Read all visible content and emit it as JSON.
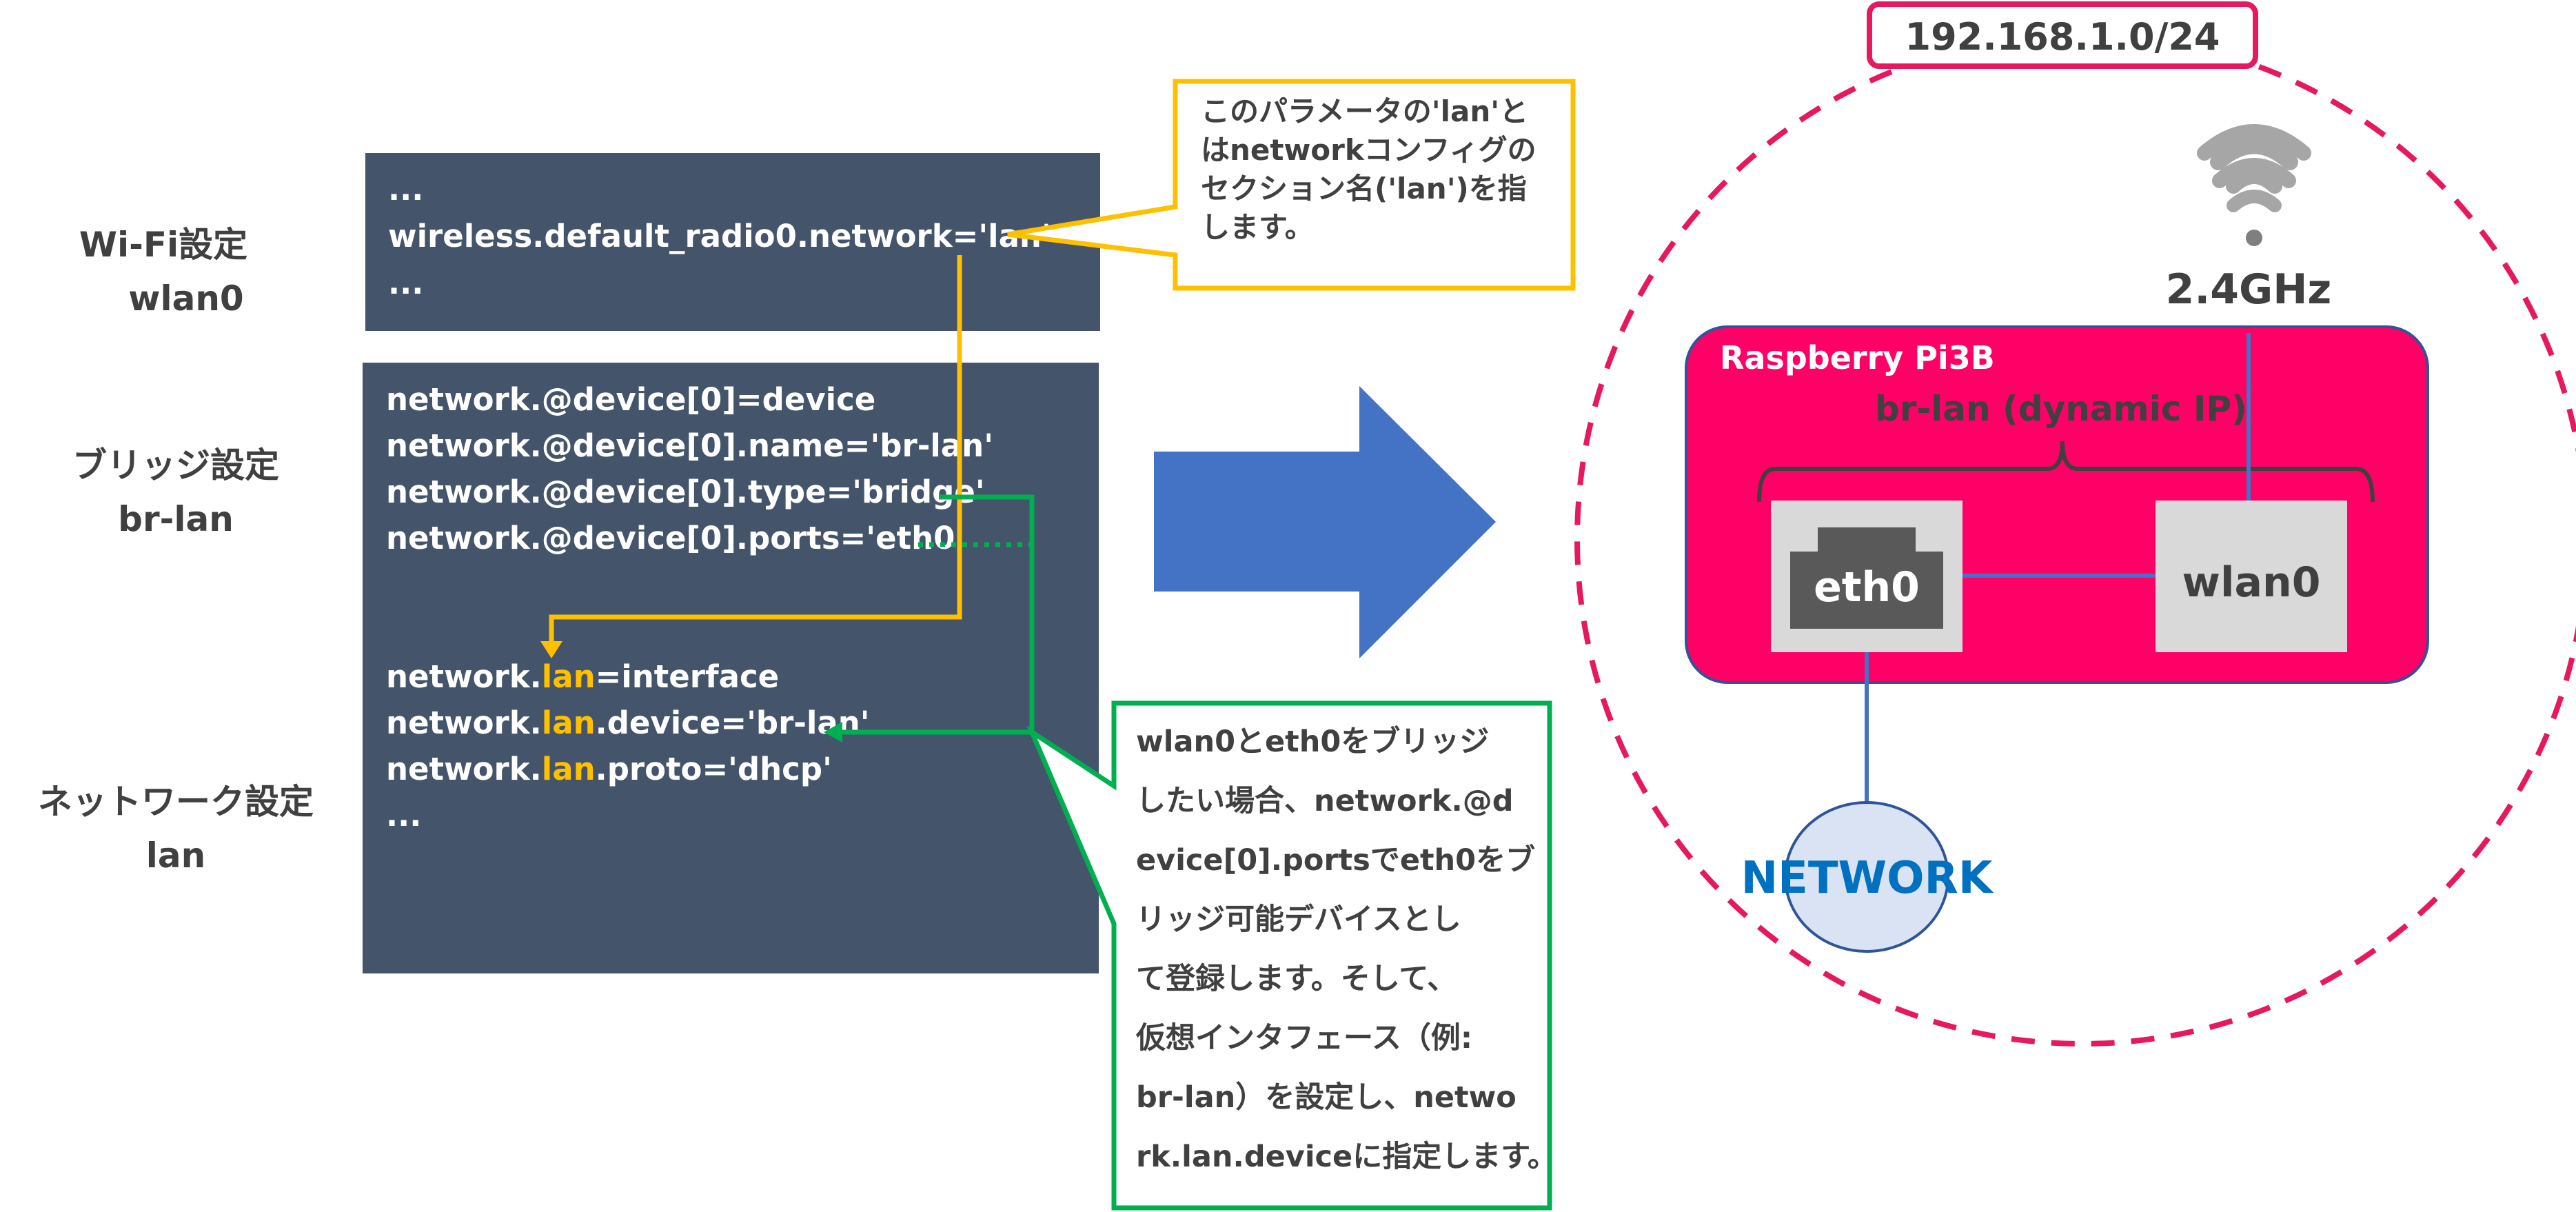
{
  "side_labels": {
    "wifi": {
      "title": "Wi-Fi設定",
      "sub": "wlan0"
    },
    "bridge": {
      "title": "ブリッジ設定",
      "sub": "br-lan"
    },
    "network": {
      "title": "ネットワーク設定",
      "sub": "lan"
    }
  },
  "wifi_box": {
    "lines": [
      "...",
      "wireless.default_radio0.network='lan'",
      "..."
    ]
  },
  "network_box": {
    "bridge_lines": [
      "network.@device[0]=device",
      "network.@device[0].name='br-lan'",
      "network.@device[0].type='bridge'",
      "network.@device[0].ports='eth0'"
    ],
    "lan_lines": [
      {
        "prefix": "network.",
        "highlight": "lan",
        "suffix": "=interface"
      },
      {
        "prefix": "network.",
        "highlight": "lan",
        "suffix": ".device='br-lan'"
      },
      {
        "prefix": "network.",
        "highlight": "lan",
        "suffix": ".proto='dhcp'"
      }
    ],
    "ellipsis": "..."
  },
  "callout_yellow": {
    "lines": [
      "このパラメータの'lan'と",
      "はnetworkコンフィグの",
      "セクション名('lan')を指",
      "します。"
    ]
  },
  "callout_green": {
    "lines": [
      "wlan0とeth0をブリッジ",
      "したい場合、network.@d",
      "evice[0].portsでeth0をブ",
      "リッジ可能デバイスとし",
      "て登録します。そして、",
      "仮想インタフェース（例:",
      "br-lan）を設定し、netwo",
      "rk.lan.deviceに指定します。"
    ]
  },
  "right": {
    "subnet": "192.168.1.0/24",
    "freq": "2.4GHz",
    "device_title": "Raspberry Pi3B",
    "bridge_label": "br-lan (dynamic IP)",
    "eth": "eth0",
    "wlan": "wlan0",
    "network": "NETWORK"
  },
  "colors": {
    "code_bg": "#44546a",
    "code_text": "#ffffff",
    "lan_highlight": "#ffc000",
    "yellow": "#ffc000",
    "green": "#00b050",
    "arrow_blue": "#4472c4",
    "pink": "#ff0066",
    "dashed_circle": "#e6185f",
    "network_text": "#0070c0",
    "network_fill": "#dae3f3",
    "port_gray": "#d9d9d9",
    "dark_text": "#404040"
  }
}
